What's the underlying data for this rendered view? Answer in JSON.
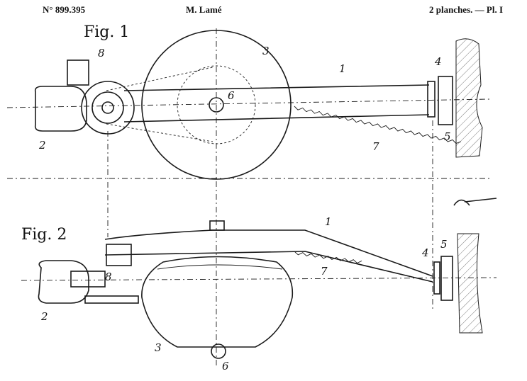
{
  "header": {
    "patent_number": "N° 899.395",
    "inventor": "M. Lamé",
    "plates": "2 planches. — Pl. I"
  },
  "figures": {
    "fig1": "Fig. 1",
    "fig2": "Fig. 2"
  },
  "labels": {
    "fig1": {
      "l1": "1",
      "l2": "2",
      "l3": "3",
      "l4": "4",
      "l5": "5",
      "l6": "6",
      "l7": "7",
      "l8": "8"
    },
    "fig2": {
      "l1": "1",
      "l2": "2",
      "l3": "3",
      "l4": "4",
      "l5": "5",
      "l6": "6",
      "l7": "7",
      "l8": "8"
    }
  }
}
